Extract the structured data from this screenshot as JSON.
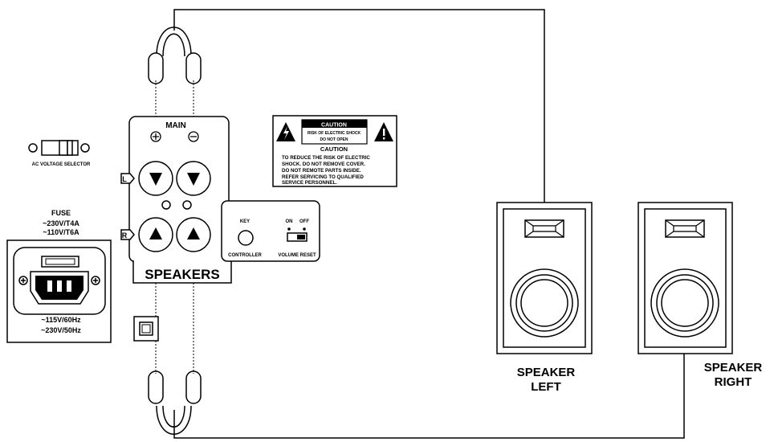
{
  "selector": {
    "label": "AC VOLTAGE SELECTOR"
  },
  "fuse": {
    "title": "FUSE",
    "line1": "~230V/T4A",
    "line2": "~110V/T6A",
    "volt1": "~115V/60Hz",
    "volt2": "~230V/50Hz"
  },
  "speakers_panel": {
    "main_label": "MAIN",
    "left_tag": "L",
    "right_tag": "R",
    "title": "SPEAKERS"
  },
  "controls": {
    "key_label": "KEY",
    "on_label": "ON",
    "off_label": "OFF",
    "controller_label": "CONTROLLER",
    "volume_reset_label": "VOLUME  RESET"
  },
  "caution": {
    "header": "CAUTION",
    "sub1": "RISK OF ELECTRIC SHOCK",
    "sub2": "DO NOT OPEN",
    "title": "CAUTION",
    "lines": [
      "TO REDUCE THE RISK OF ELECTRIC",
      "SHOCK. DO NOT REMOVE COVER.",
      "DO NOT REMOTE PARTS INSIDE.",
      "REFER SERVICING TO QUALIFIED",
      "SERVICE PERSONNEL."
    ]
  },
  "speaker_left": {
    "line1": "SPEAKER",
    "line2": "LEFT"
  },
  "speaker_right": {
    "line1": "SPEAKER",
    "line2": "RIGHT"
  }
}
